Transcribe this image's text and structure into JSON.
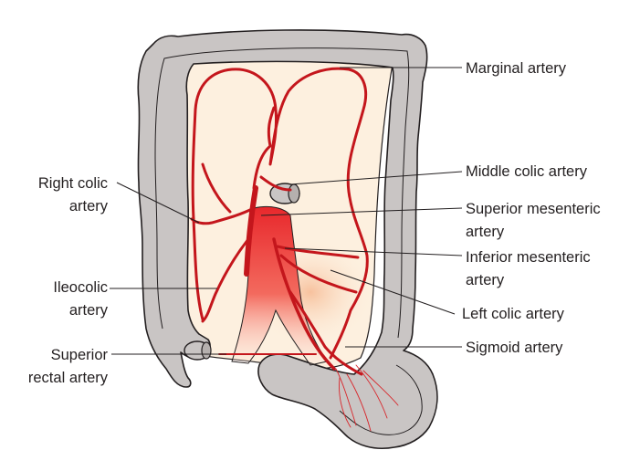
{
  "labels": {
    "marginal": "Marginal artery",
    "middle_colic": "Middle colic artery",
    "superior_mesenteric_1": "Superior mesenteric",
    "superior_mesenteric_2": "artery",
    "inferior_mesenteric_1": "Inferior mesenteric",
    "inferior_mesenteric_2": "artery",
    "left_colic": "Left colic artery",
    "sigmoid": "Sigmoid artery",
    "right_colic_1": "Right colic",
    "right_colic_2": "artery",
    "ileocolic_1": "Ileocolic",
    "ileocolic_2": "artery",
    "superior_rectal_1": "Superior",
    "superior_rectal_2": "rectal artery"
  },
  "colors": {
    "artery": "#c4161c",
    "colon": "#c9c5c4",
    "mesentery": "#fdf0df",
    "label_text": "#231f20"
  }
}
